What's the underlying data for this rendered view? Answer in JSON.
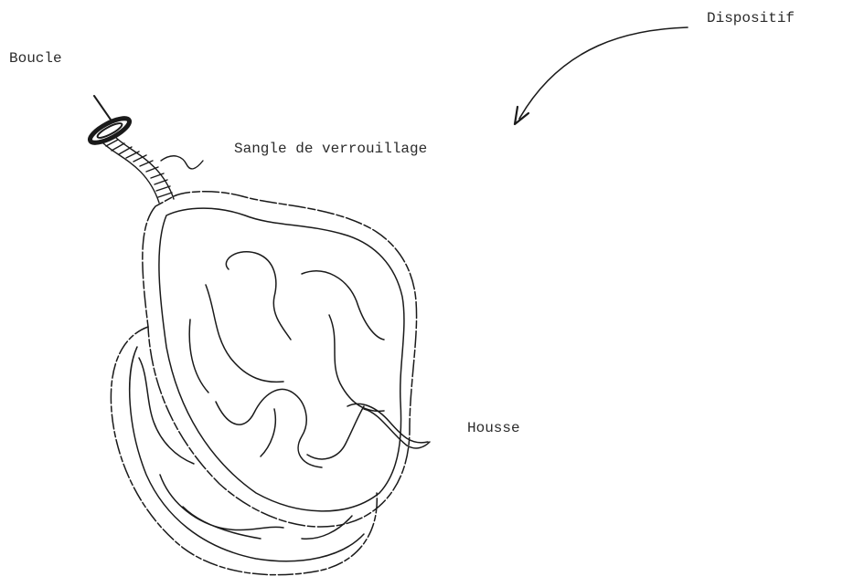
{
  "labels": {
    "dispositif": "Dispositif",
    "boucle": "Boucle",
    "sangle": "Sangle de verrouillage",
    "housse": "Housse"
  },
  "colors": {
    "ink": "#1a1a1a",
    "text": "#2b2b2b",
    "background": "#ffffff"
  }
}
